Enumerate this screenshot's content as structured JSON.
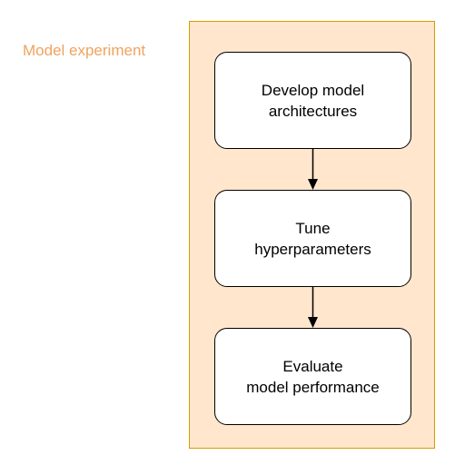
{
  "group": {
    "label": "Model experiment",
    "label_color": "#f0a35e",
    "fill_color": "#ffe6cc",
    "border_color": "#d79b00"
  },
  "steps": [
    {
      "line1": "Develop model",
      "line2": "architectures"
    },
    {
      "line1": "Tune",
      "line2": "hyperparameters"
    },
    {
      "line1": "Evaluate",
      "line2": "model performance"
    }
  ],
  "connectors": [
    {
      "from": "Develop model architectures",
      "to": "Tune hyperparameters"
    },
    {
      "from": "Tune hyperparameters",
      "to": "Evaluate model performance"
    }
  ]
}
